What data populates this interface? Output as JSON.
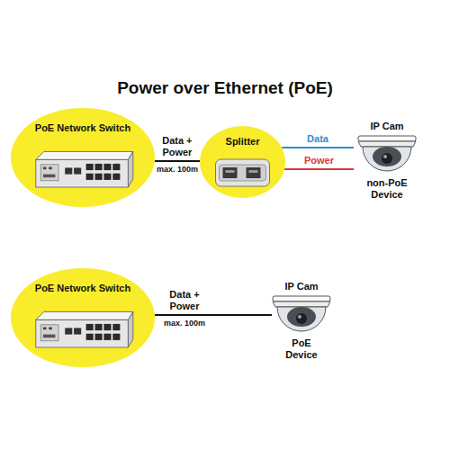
{
  "diagram": {
    "title": "Power over Ethernet (PoE)",
    "nodes": [
      {
        "text": [
          "PoE Network Switch"
        ]
      },
      {
        "text": [
          "Splitter"
        ]
      },
      {
        "text": [
          "IP Cam",
          "non-PoE Device"
        ]
      },
      {
        "text": [
          "PoE Network Switch"
        ]
      },
      {
        "text": [
          "IP Cam",
          "PoE Device"
        ]
      }
    ],
    "edges": [
      {
        "from": 0,
        "to": 1,
        "arrow": "none",
        "label": "Data + Power"
      },
      {
        "from": 1,
        "to": 2,
        "arrow": "none",
        "label": "Data"
      },
      {
        "from": 1,
        "to": 2,
        "arrow": "none",
        "label": "Power"
      },
      {
        "from": 3,
        "to": 4,
        "arrow": "none",
        "label": "Data + Power"
      }
    ],
    "labels": [
      "max. 100m",
      "max. 100m"
    ]
  }
}
